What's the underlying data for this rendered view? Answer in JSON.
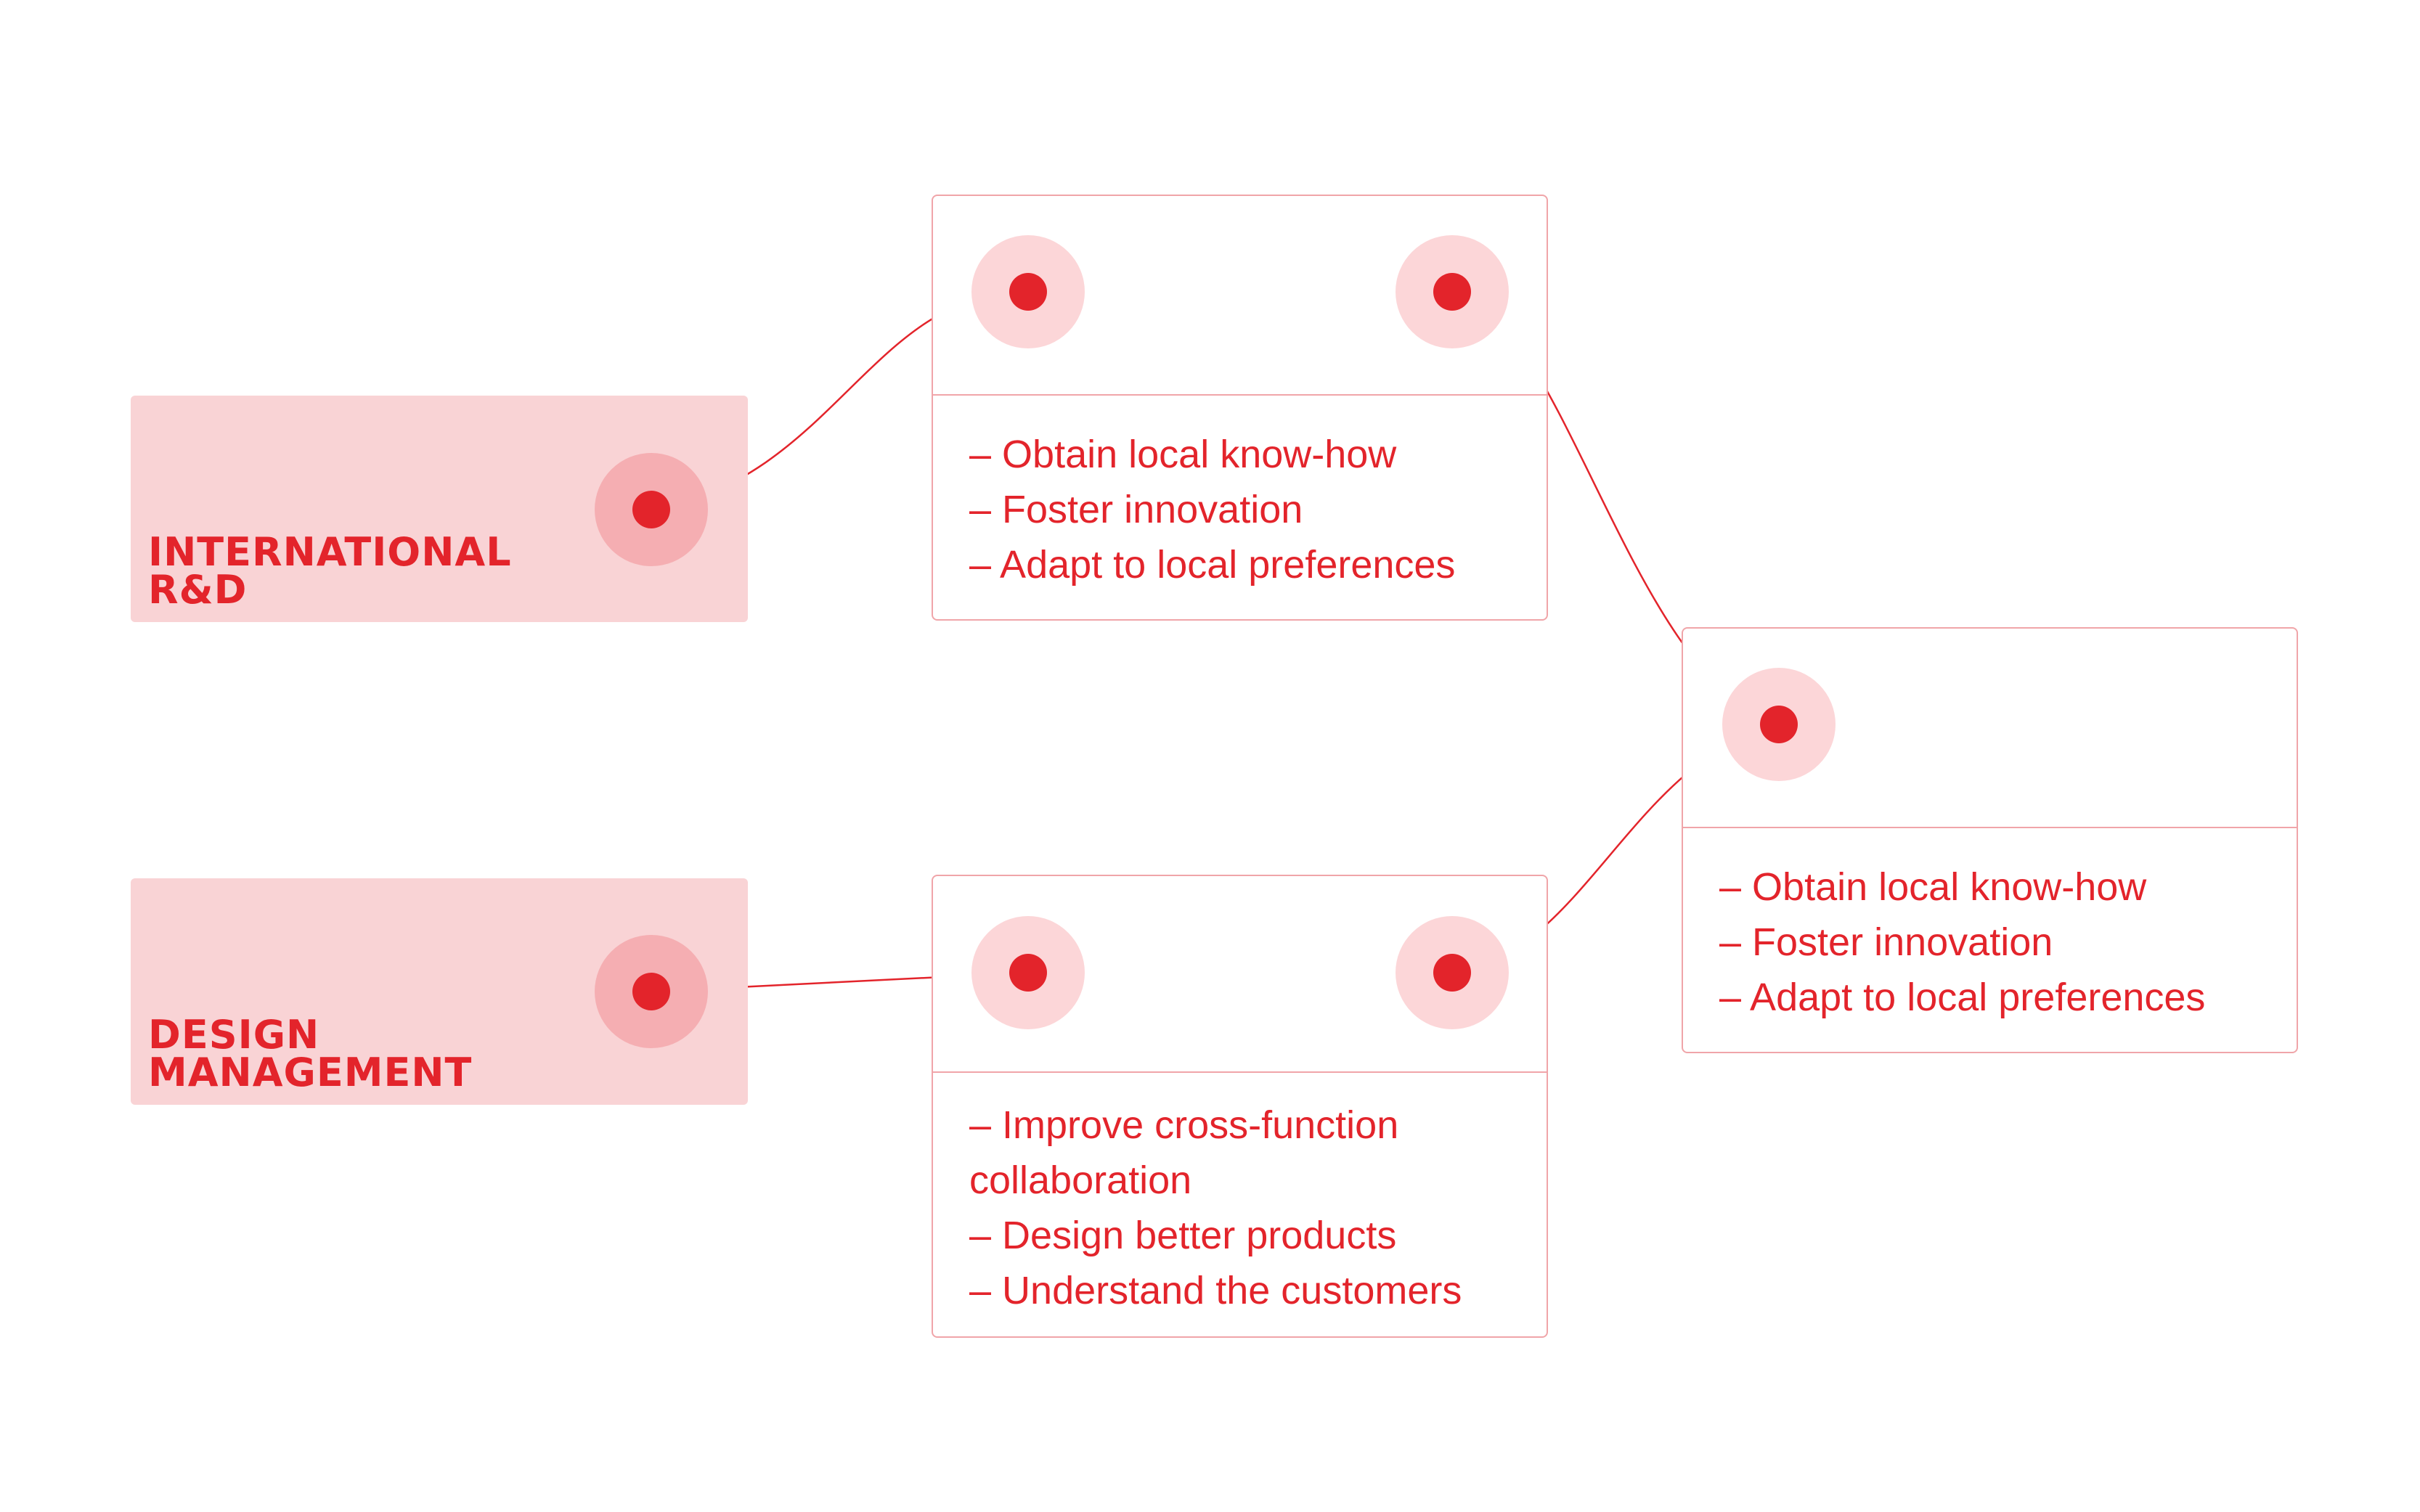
{
  "labels": {
    "international_rd": [
      "INTERNATIONAL",
      "R&D"
    ],
    "design_management": [
      "DESIGN",
      "MANAGEMENT"
    ]
  },
  "cards": {
    "international_goals": [
      "– Obtain local know-how",
      "– Foster innovation",
      "– Adapt to local preferences"
    ],
    "combined_goals": [
      "– Obtain local know-how",
      "– Foster innovation",
      "– Adapt to local preferences"
    ],
    "design_goals": [
      "– Improve cross-function collaboration",
      "– Design better products",
      "– Understand the customers"
    ]
  },
  "colors": {
    "accent": "#e3242b",
    "label_fill": "#f9d3d5",
    "halo_light": "#fcd6d8",
    "halo_mid": "#f5aeb2",
    "card_border": "#f0a5a9"
  }
}
